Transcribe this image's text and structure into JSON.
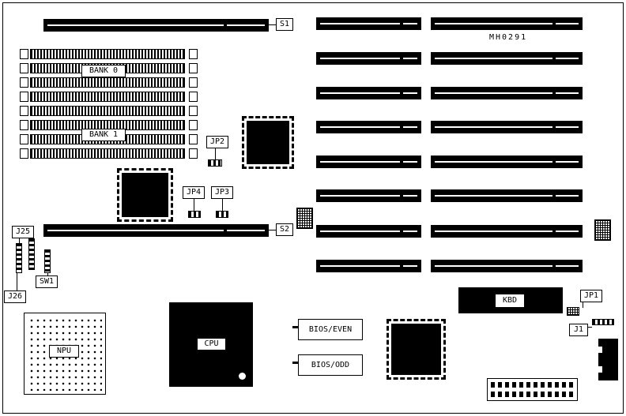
{
  "board": {
    "part_number": "MH0291",
    "labels": {
      "s1": "S1",
      "s2": "S2",
      "bank0": "BANK 0",
      "bank1": "BANK 1",
      "jp1": "JP1",
      "jp2": "JP2",
      "jp3": "JP3",
      "jp4": "JP4",
      "j1": "J1",
      "j25": "J25",
      "j26": "J26",
      "sw1": "SW1",
      "npu": "NPU",
      "cpu": "CPU",
      "kbd": "KBD",
      "bios_even": "BIOS/EVEN",
      "bios_odd": "BIOS/ODD"
    }
  }
}
